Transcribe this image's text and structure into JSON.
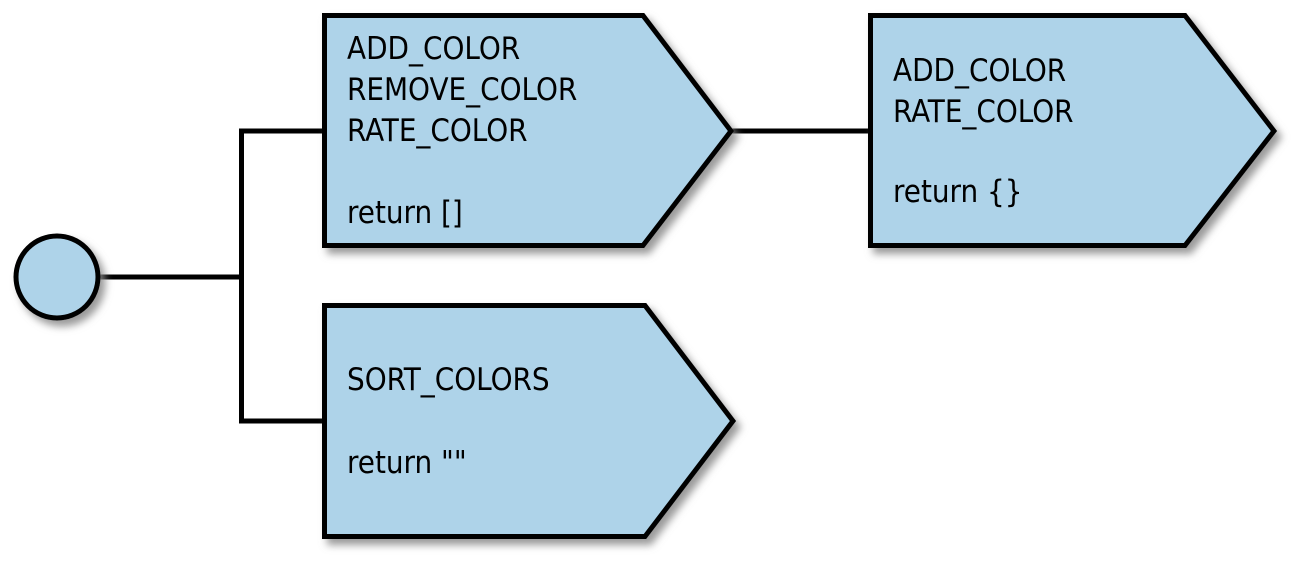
{
  "diagram": {
    "type": "flow-diagram",
    "background_color": "#ffffff",
    "palette": {
      "node_fill": "#aed3e9",
      "node_stroke": "#000000",
      "connector_stroke": "#000000",
      "text_color": "#000000",
      "shadow_color": "#9a9a9a"
    },
    "start_node": {
      "name": "start-node",
      "shape": "circle",
      "label": ""
    },
    "nodes": [
      {
        "id": "node-add-remove-rate",
        "shape": "arrow-pentagon",
        "events": [
          "ADD_COLOR",
          "REMOVE_COLOR",
          "RATE_COLOR"
        ],
        "return_label": "return []"
      },
      {
        "id": "node-sort-colors",
        "shape": "arrow-pentagon",
        "events": [
          "SORT_COLORS"
        ],
        "return_label": "return \"\""
      },
      {
        "id": "node-add-rate",
        "shape": "arrow-pentagon",
        "events": [
          "ADD_COLOR",
          "RATE_COLOR"
        ],
        "return_label": "return {}"
      }
    ],
    "connectors": [
      {
        "id": "connector-start-to-bus",
        "from": "start-node",
        "to": "branch-bus"
      },
      {
        "id": "connector-bus-to-top",
        "from": "branch-bus",
        "to": "node-add-remove-rate"
      },
      {
        "id": "connector-bus-to-bottom",
        "from": "branch-bus",
        "to": "node-sort-colors"
      },
      {
        "id": "connector-top-to-right",
        "from": "node-add-remove-rate",
        "to": "node-add-rate"
      }
    ]
  }
}
